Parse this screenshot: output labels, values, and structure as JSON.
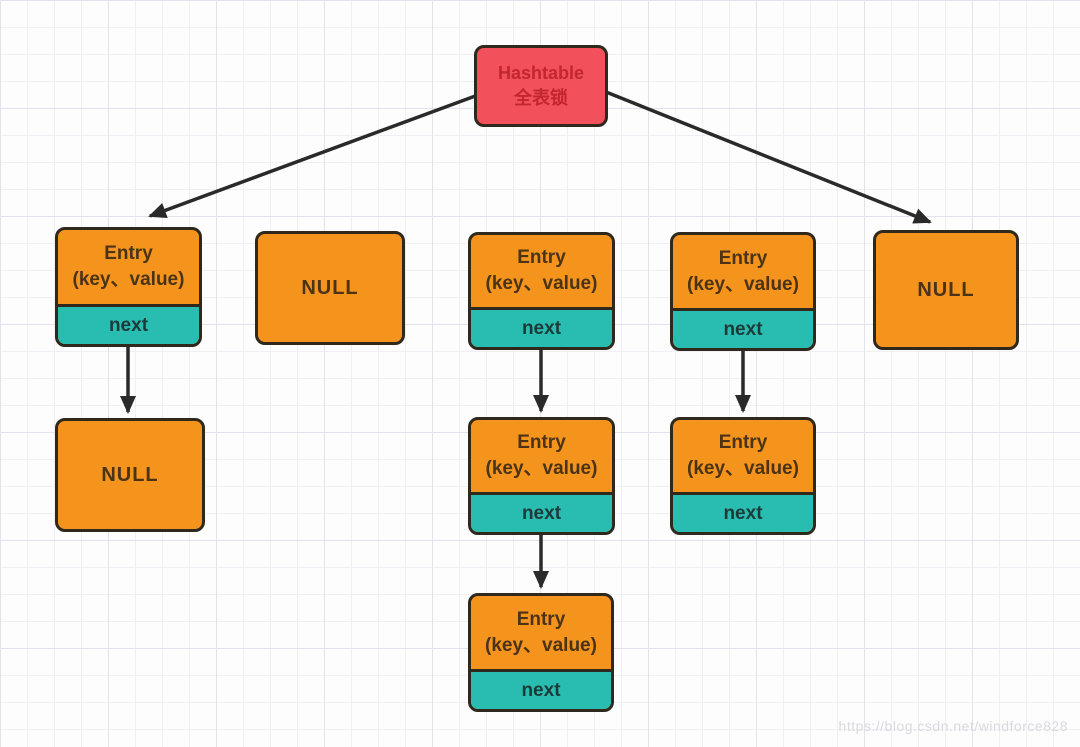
{
  "colors": {
    "root_fill": "#f2505b",
    "root_text": "#c2262e",
    "entry_fill": "#f5941d",
    "entry_text": "#4a3317",
    "next_fill": "#29bcb1",
    "next_text": "#1e3a38",
    "border": "#2f281d",
    "arrow": "#2a2a2a",
    "grid_minor": "#efeff4",
    "grid_major": "#e2e2ea",
    "watermark": "#d9d9df"
  },
  "root": {
    "line1": "Hashtable",
    "line2": "全表锁"
  },
  "nodes": {
    "bucket1_entry1": {
      "title": "Entry",
      "subtitle": "(key、value)",
      "next_label": "next"
    },
    "bucket1_null": {
      "label": "NULL"
    },
    "bucket2_null": {
      "label": "NULL"
    },
    "bucket3_entry1": {
      "title": "Entry",
      "subtitle": "(key、value)",
      "next_label": "next"
    },
    "bucket3_entry2": {
      "title": "Entry",
      "subtitle": "(key、value)",
      "next_label": "next"
    },
    "bucket3_entry3": {
      "title": "Entry",
      "subtitle": "(key、value)",
      "next_label": "next"
    },
    "bucket4_entry1": {
      "title": "Entry",
      "subtitle": "(key、value)",
      "next_label": "next"
    },
    "bucket4_entry2": {
      "title": "Entry",
      "subtitle": "(key、value)",
      "next_label": "next"
    },
    "bucket5_null": {
      "label": "NULL"
    }
  },
  "watermark": {
    "text": "https://blog.csdn.net/windforce828"
  }
}
